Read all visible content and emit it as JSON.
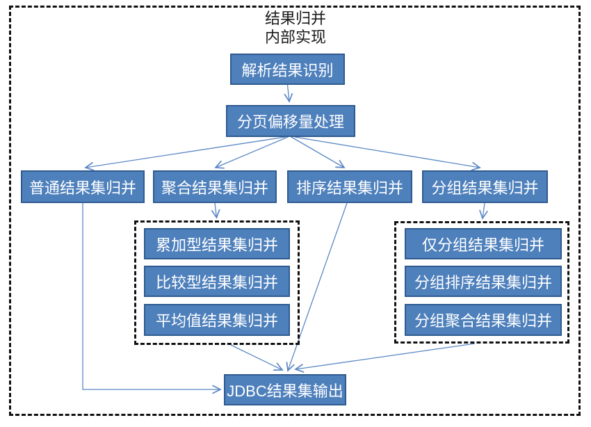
{
  "diagram": {
    "title": {
      "line1": "结果归并",
      "line2": "内部实现"
    },
    "nodes": {
      "parse": "解析结果识别",
      "paging": "分页偏移量处理",
      "normal": "普通结果集归并",
      "aggregate": "聚合结果集归并",
      "sort": "排序结果集归并",
      "group": "分组结果集归并",
      "accumulate": "累加型结果集归并",
      "compare": "比较型结果集归并",
      "average": "平均值结果集归并",
      "group_only": "仅分组结果集归并",
      "group_sort": "分组排序结果集归并",
      "group_aggregate": "分组聚合结果集归并",
      "jdbc": "JDBC结果集输出"
    },
    "colors": {
      "node_fill": "#4e80bc",
      "node_border": "#2f5a8f",
      "connector": "#5b87c5",
      "frame_border": "#111111",
      "title_text": "#1a1a1a",
      "node_text": "#ffffff",
      "background": "#ffffff"
    }
  }
}
